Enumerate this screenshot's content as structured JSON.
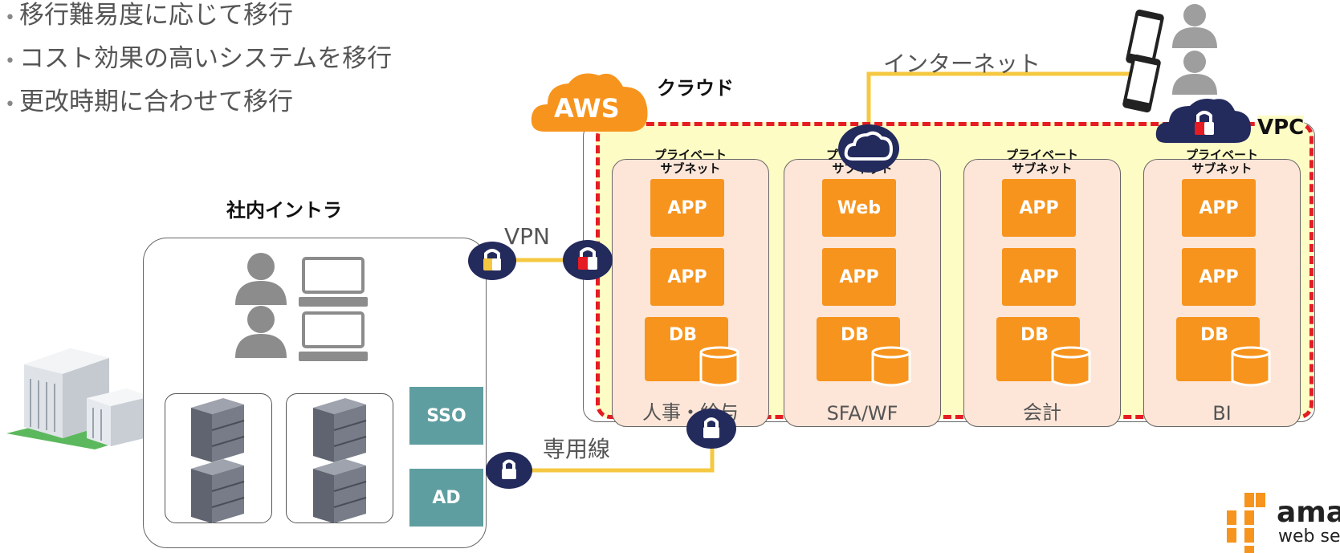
{
  "bullets": [
    "移行難易度に応じて移行",
    "コスト効果の高いシステムを移行",
    "更改時期に合わせて移行"
  ],
  "onprem": {
    "title": "社内イントラ",
    "sso": "SSO",
    "ad": "AD"
  },
  "links": {
    "vpn": "VPN",
    "dedicated": "専用線",
    "internet": "インターネット"
  },
  "cloud": {
    "aws_badge": "AWS",
    "title": "クラウド",
    "vpc": "VPC"
  },
  "subnets": [
    {
      "title": "プライベート\nサブネット",
      "top": "APP",
      "mid": "APP",
      "db": "DB",
      "system": "人事・給与"
    },
    {
      "title": "プライベート\nサブネット",
      "top": "Web",
      "mid": "APP",
      "db": "DB",
      "system": "SFA/WF"
    },
    {
      "title": "プライベート\nサブネット",
      "top": "APP",
      "mid": "APP",
      "db": "DB",
      "system": "会計"
    },
    {
      "title": "プライベート\nサブネット",
      "top": "APP",
      "mid": "APP",
      "db": "DB",
      "system": "BI"
    }
  ],
  "logo": {
    "text1": "ama",
    "text2": "web se"
  },
  "colors": {
    "aws_orange": "#f7941d",
    "vpc_border": "#e51c23",
    "vpc_fill": "#fdfcc4",
    "subnet_fill": "#fde6d8",
    "teal": "#5f9ea0",
    "lock_navy": "#232a5c",
    "connection": "#f5c842",
    "server_gray": "#6b6f7a"
  }
}
